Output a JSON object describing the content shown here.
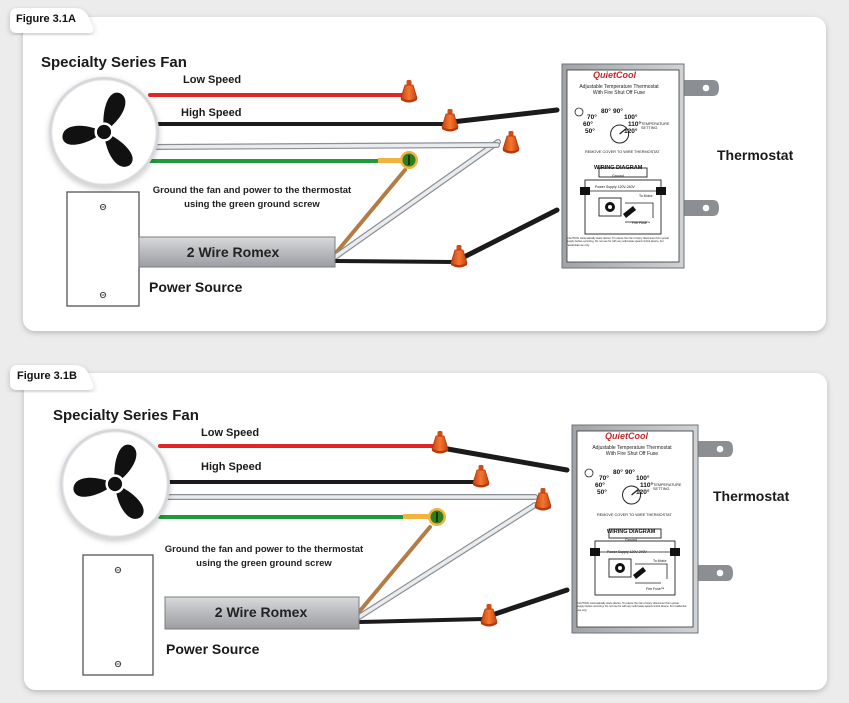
{
  "figures": [
    {
      "tab": "Figure 3.1A",
      "fan_title": "Specialty Series Fan",
      "low_speed": "Low Speed",
      "high_speed": "High Speed",
      "ground_note": "Ground the fan and power to the thermostat using the green ground screw",
      "romex": "2 Wire Romex",
      "power_source": "Power Source",
      "thermostat_label": "Thermostat"
    },
    {
      "tab": "Figure 3.1B",
      "fan_title": "Specialty Series Fan",
      "low_speed": "Low Speed",
      "high_speed": "High Speed",
      "ground_note": "Ground the fan and power to the thermostat using the green ground screw",
      "romex": "2 Wire Romex",
      "power_source": "Power Source",
      "thermostat_label": "Thermostat"
    }
  ],
  "thermostat_face": {
    "brand": "QuietCool",
    "subtitle_1": "Adjustable Temperature Thermostat",
    "subtitle_2": "With Fire Shut Off Fuse",
    "temps": [
      "70°",
      "80°",
      "90°",
      "100°",
      "110°",
      "120°",
      "60°",
      "50°"
    ],
    "setting_label": "TEMPERATURE SETTING",
    "remove_cover": "REMOVE COVER TO WIRE THERMOSTAT",
    "wiring_diagram": "WIRING DIAGRAM",
    "ground": "Ground",
    "power_supply": "Power Supply 120V-240V",
    "to_motor": "To Motor",
    "fire_fuse": "Fire Fuse™",
    "caution": "CAUTION: Automatically starts device. To reduce the risk of injury disconnect from power supply before servicing. Do not use for with any solid state speed control device. For residential use only."
  },
  "colors": {
    "wire_red": "#e32525",
    "wire_black": "#1b1b1b",
    "wire_green": "#1f9a3a",
    "wire_white": "#e9ecef",
    "wire_copper": "#b47c45",
    "wire_nut": "#e8591c",
    "ground_screw": "#2f7d1f",
    "panel_bg": "#ffffff",
    "page_bg": "#ececec"
  }
}
